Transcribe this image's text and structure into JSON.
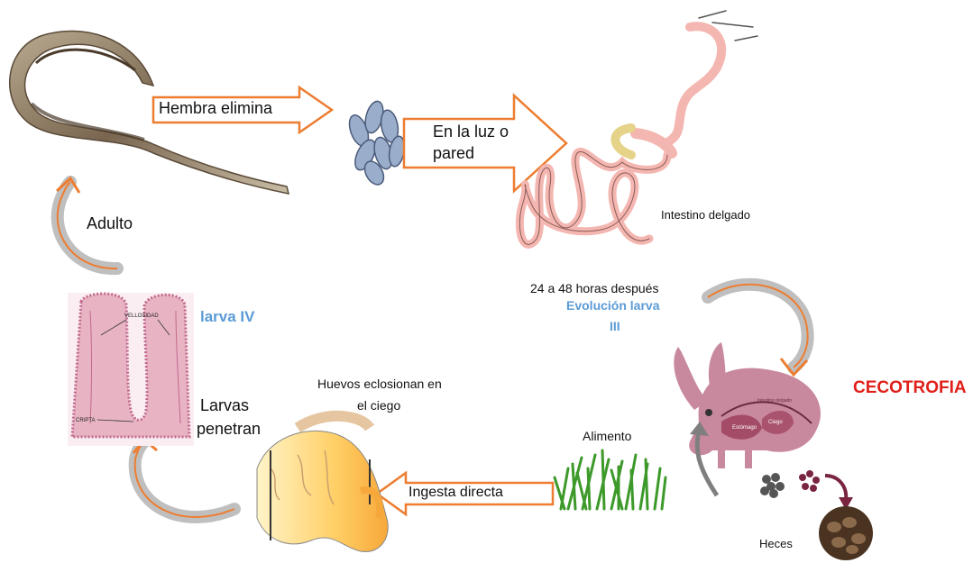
{
  "labels": {
    "hembra_elimina": "Hembra elimina",
    "en_la_luz_l1": "En la luz o",
    "en_la_luz_l2": "pared",
    "intestino_delgado": "Intestino delgado",
    "horas_despues": "24 a 48 horas después",
    "evolucion_larva_l1": "Evolución  larva",
    "evolucion_larva_l2": "III",
    "cecotrofia": "CECOTROFIA",
    "alimento": "Alimento",
    "heces": "Heces",
    "ingesta_directa": "Ingesta directa",
    "huevos_l1": "Huevos eclosionan en",
    "huevos_l2": "el ciego",
    "larvas_l1": "Larvas",
    "larvas_l2": "penetran",
    "larva_iv": "larva IV",
    "adulto": "Adulto",
    "vellosidad": "VELLOSIDAD",
    "cripta": "CRIPTA",
    "estomago": "Estómago",
    "ciego": "Ciego",
    "intestino_small": "Intestino delgado"
  },
  "colors": {
    "arrow_outline": "#ed7d31",
    "arrow_fill": "#ffffff",
    "curved_arrow_orange": "#ed7d31",
    "curved_arrow_gray": "#bfbfbf",
    "accent_blue": "#5b9bd5",
    "accent_red": "#e0201b",
    "intestine_pink": "#f4b6b0",
    "villi_pink": "#e8b4c4",
    "rabbit_pink": "#c8899e",
    "grass_green": "#3d9a2a",
    "worm_brown": "#8a7560",
    "egg_blue": "#9aaecb"
  }
}
